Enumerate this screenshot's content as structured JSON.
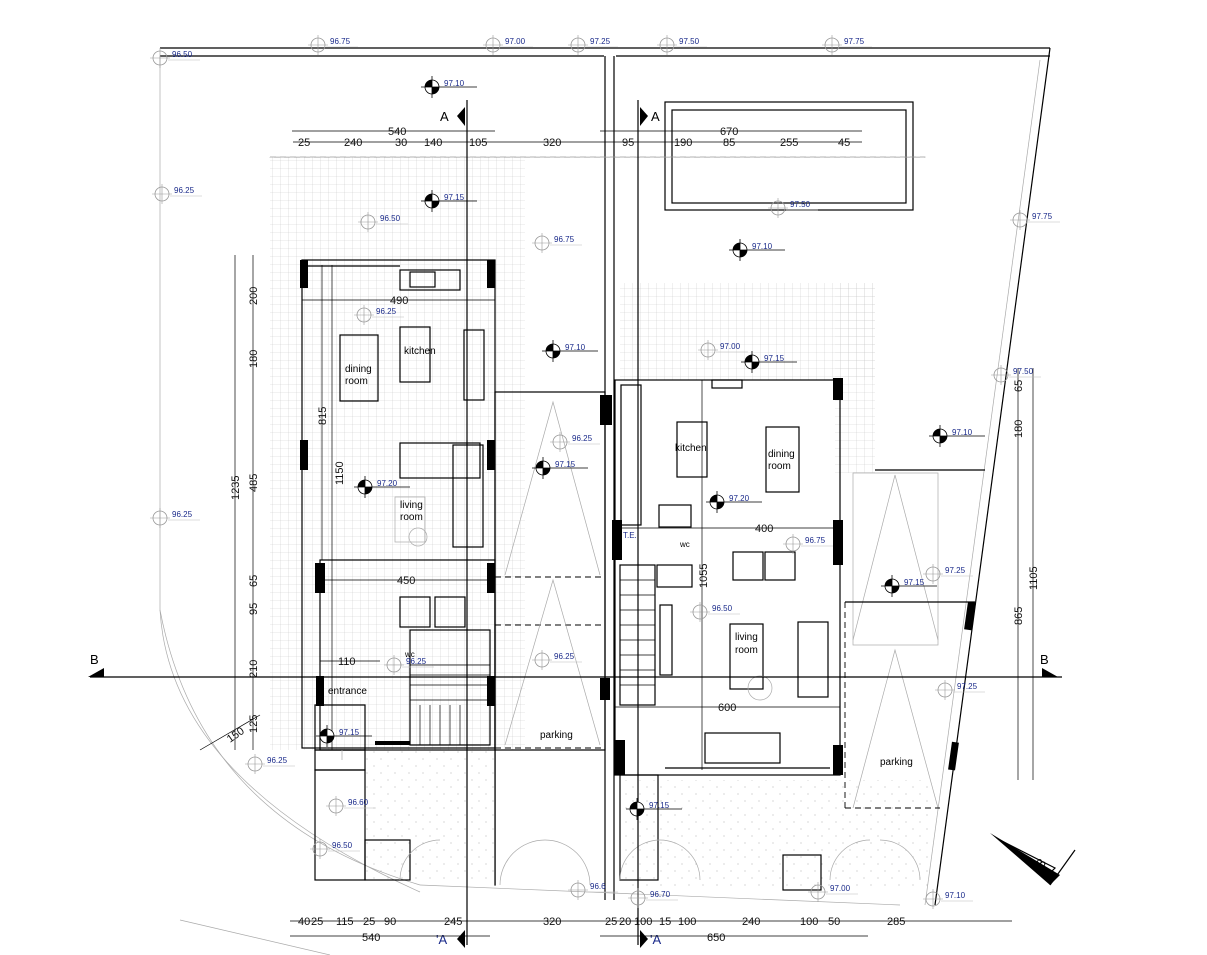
{
  "section_markers": {
    "top_left": "A",
    "top_right": "A",
    "bottom_left": "'A",
    "bottom_right": "'A",
    "axis_left": "B",
    "axis_right": "B",
    "north": "B"
  },
  "rooms": {
    "left_kitchen": "kitchen",
    "left_dining_1": "dining",
    "left_dining_2": "room",
    "left_living_1": "living",
    "left_living_2": "room",
    "left_wc": "wc",
    "left_entrance": "entrance",
    "left_parking": "parking",
    "right_kitchen": "kitchen",
    "right_dining_1": "dining",
    "right_dining_2": "room",
    "right_living_1": "living",
    "right_living_2": "room",
    "right_wc": "wc",
    "right_te": "T.E.",
    "right_parking": "parking"
  },
  "levels": [
    "96.50",
    "96.75",
    "97.00",
    "97.25",
    "97.50",
    "97.75",
    "97.10",
    "97.15",
    "96.50",
    "96.75",
    "97.50",
    "97.10",
    "97.75",
    "96.25",
    "96.25",
    "97.10",
    "97.00",
    "97.15",
    "97.50",
    "97.10",
    "96.25",
    "97.15",
    "97.20",
    "97.20",
    "96.75",
    "96.25",
    "97.25",
    "97.15",
    "96.50",
    "96.25",
    "96.25",
    "97.25",
    "97.15",
    "96.25",
    "96.60",
    "96.50",
    "97.15",
    "96.6",
    "96.70",
    "97.00",
    "97.10"
  ],
  "dimensions": {
    "top_left_total": "540",
    "top_left": [
      "25",
      "240",
      "30",
      "140",
      "105"
    ],
    "top_middle": "320",
    "top_right_total": "670",
    "top_right": [
      "95",
      "190",
      "85",
      "255",
      "45"
    ],
    "bottom": [
      "40",
      "25",
      "115",
      "25",
      "90",
      "245",
      "320",
      "25",
      "20",
      "100",
      "15",
      "100",
      "240",
      "100",
      "50",
      "285"
    ],
    "bottom_left_total": "540",
    "bottom_right_total": "650",
    "left_vertical": [
      "1235",
      "200",
      "180",
      "485",
      "95",
      "65",
      "210",
      "125",
      "150"
    ],
    "left_interior": [
      "490",
      "815",
      "1150",
      "450",
      "110"
    ],
    "right_interior": [
      "400",
      "1055",
      "600"
    ],
    "right_vertical": [
      "65",
      "180",
      "1105",
      "865"
    ]
  }
}
